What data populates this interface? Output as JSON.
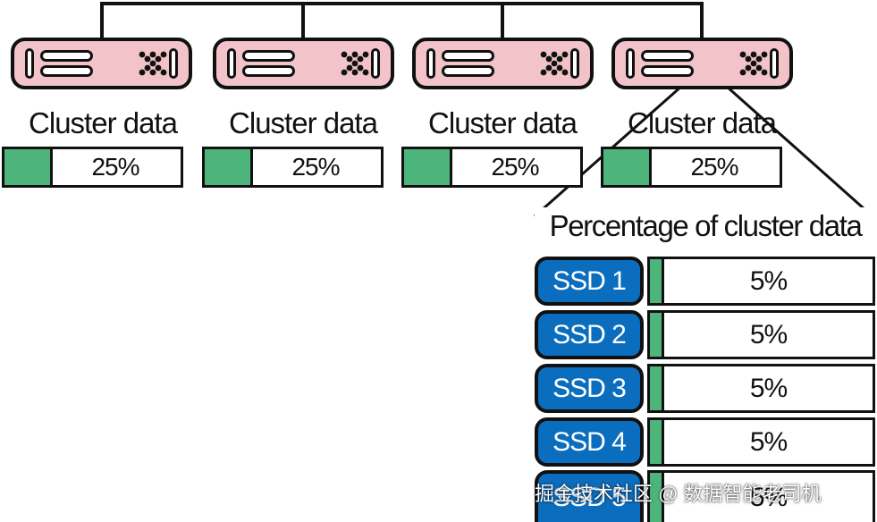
{
  "colors": {
    "node_fill": "#f2c4c9",
    "outline": "#111111",
    "share_fill": "#4db57c",
    "ssd_fill": "#0b6dbd"
  },
  "clusters": [
    {
      "label": "Cluster data",
      "share_text": "25%",
      "share_fraction": 0.25
    },
    {
      "label": "Cluster data",
      "share_text": "25%",
      "share_fraction": 0.25
    },
    {
      "label": "Cluster data",
      "share_text": "25%",
      "share_fraction": 0.25
    },
    {
      "label": "Cluster data",
      "share_text": "25%",
      "share_fraction": 0.25
    }
  ],
  "node_icons": [
    "drive-slots-icon",
    "fan-grille-icon",
    "power-slot-icon"
  ],
  "detail": {
    "title": "Percentage of cluster data",
    "ssds": [
      {
        "label": "SSD 1",
        "value_text": "5%",
        "fraction": 0.05
      },
      {
        "label": "SSD 2",
        "value_text": "5%",
        "fraction": 0.05
      },
      {
        "label": "SSD 3",
        "value_text": "5%",
        "fraction": 0.05
      },
      {
        "label": "SSD 4",
        "value_text": "5%",
        "fraction": 0.05
      },
      {
        "label": "SSD 5",
        "value_text": "5%",
        "fraction": 0.05
      }
    ]
  },
  "watermark": "掘金技术社区 @ 数据智能老司机"
}
